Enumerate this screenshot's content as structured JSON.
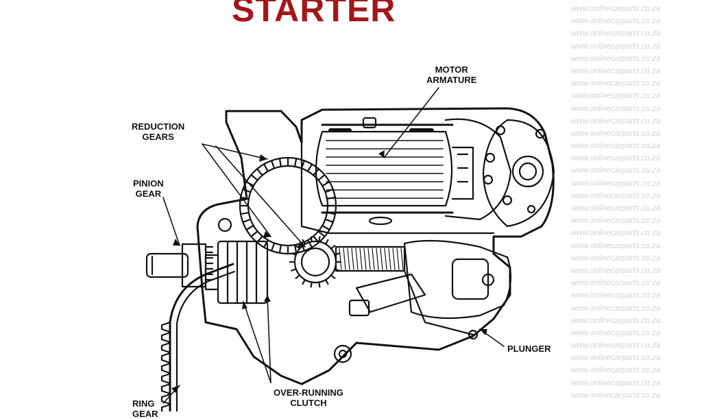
{
  "title": "STARTER",
  "watermark": {
    "text": "www.onlinecarparts.co.za",
    "repeat": 32,
    "color": "#d2d2d2"
  },
  "labels": {
    "motor_armature": [
      "MOTOR",
      "ARMATURE"
    ],
    "reduction_gears": [
      "REDUCTION",
      "GEARS"
    ],
    "pinion_gear": [
      "PINION",
      "GEAR"
    ],
    "plunger": [
      "PLUNGER"
    ],
    "over_running_clutch": [
      "OVER-RUNNING",
      "CLUTCH"
    ],
    "ring_gear": [
      "RING",
      "GEAR"
    ]
  },
  "colors": {
    "title": "#a3171b",
    "line_art": "#111111"
  }
}
